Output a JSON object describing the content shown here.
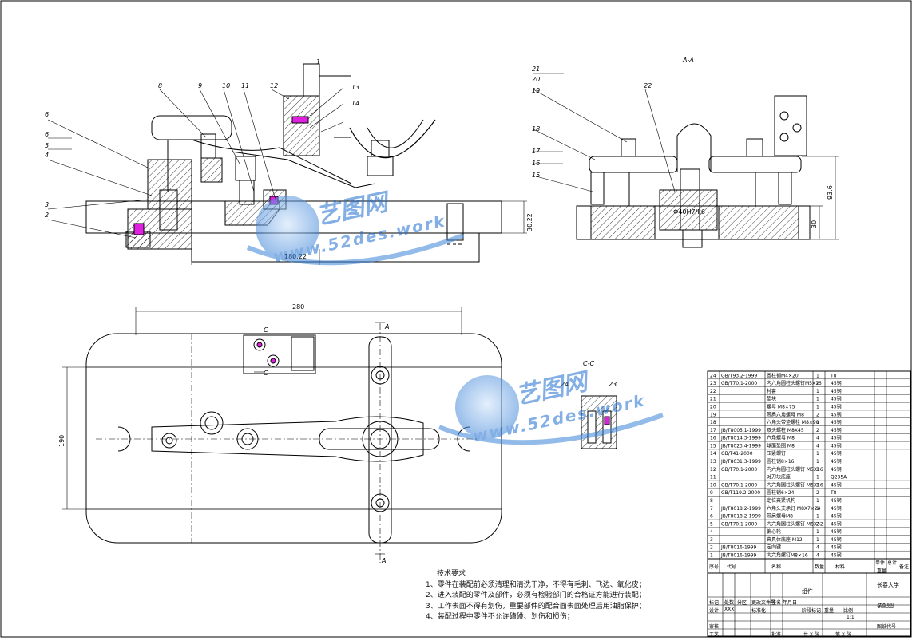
{
  "front_view": {
    "callouts": [
      "1",
      "2",
      "3",
      "4",
      "5",
      "6",
      "6",
      "8",
      "9",
      "10",
      "11",
      "12",
      "13",
      "14"
    ],
    "dims": {
      "width": "180.22",
      "height": "30.22"
    }
  },
  "section_aa": {
    "title": "A-A",
    "callouts": [
      "21",
      "20",
      "19",
      "18",
      "17",
      "16",
      "15",
      "22"
    ],
    "fit": "Φ40H7/k6",
    "dims": {
      "height": "93.6",
      "base": "30"
    }
  },
  "top_view": {
    "dims": {
      "length": "280",
      "width": "190"
    },
    "section_marks": {
      "a_top": "A",
      "a_bottom": "A",
      "c_upper": "C",
      "c_lower": "C"
    }
  },
  "detail_cc": {
    "title": "C-C",
    "callouts": [
      "24",
      "23"
    ]
  },
  "requirements": {
    "heading": "技术要求",
    "items": [
      "1、零件在装配前必须清理和清洗干净，不得有毛刺、飞边、氧化皮；",
      "2、进入装配的零件及部件，必须有检验部门的合格证方能进行装配；",
      "3、工作表面不得有划伤，重要部件的配合面表面处理后用油脂保护；",
      "4、装配过程中零件不允许磕碰、划伤和损伤；"
    ]
  },
  "parts_list": {
    "header": [
      "序号",
      "代号",
      "名称",
      "数量",
      "材料",
      "单件",
      "总计",
      "备注"
    ],
    "header_sub": "重量",
    "rows": [
      {
        "no": "24",
        "code": "GB/T93.2-1999",
        "name": "圆柱销M4×20",
        "qty": "1",
        "mat": "T8"
      },
      {
        "no": "23",
        "code": "GB/T70.1-2000",
        "name": "内六角圆柱头螺钉M5X16",
        "qty": "2",
        "mat": "45钢"
      },
      {
        "no": "22",
        "code": "",
        "name": "衬套",
        "qty": "1",
        "mat": "45钢"
      },
      {
        "no": "21",
        "code": "",
        "name": "垫块",
        "qty": "1",
        "mat": "45钢"
      },
      {
        "no": "20",
        "code": "",
        "name": "螺母 M8×75",
        "qty": "1",
        "mat": "45钢"
      },
      {
        "no": "19",
        "code": "",
        "name": "带肩六角螺母 M8",
        "qty": "2",
        "mat": "45钢"
      },
      {
        "no": "18",
        "code": "",
        "name": "六角头带垫螺栓 M8×90",
        "qty": "1",
        "mat": "45钢"
      },
      {
        "no": "17",
        "code": "JB/T8005.1-1999",
        "name": "双头螺柱 M8X45",
        "qty": "2",
        "mat": "45钢"
      },
      {
        "no": "16",
        "code": "JB/T8014.3-1999",
        "name": "六角螺母 M8",
        "qty": "4",
        "mat": "45钢"
      },
      {
        "no": "15",
        "code": "JB/T8023.4-1999",
        "name": "球面垫圈 M8",
        "qty": "4",
        "mat": "45钢"
      },
      {
        "no": "14",
        "code": "GB/T41-2000",
        "name": "压紧螺钉",
        "qty": "1",
        "mat": "45钢"
      },
      {
        "no": "13",
        "code": "JB/T8031.3-1999",
        "name": "圆柱销8×16",
        "qty": "1",
        "mat": "45钢"
      },
      {
        "no": "12",
        "code": "GB/T70.1-2000",
        "name": "内六角圆柱头螺钉 M5X16",
        "qty": "1",
        "mat": "45钢"
      },
      {
        "no": "11",
        "code": "",
        "name": "对刀块底座",
        "qty": "1",
        "mat": "Q235A"
      },
      {
        "no": "10",
        "code": "GB/T70.1-2000",
        "name": "内六角圆柱头螺钉 M5X16",
        "qty": "1",
        "mat": "45钢"
      },
      {
        "no": "9",
        "code": "GB/T119.2-2000",
        "name": "圆柱销6×24",
        "qty": "2",
        "mat": "T8"
      },
      {
        "no": "8",
        "code": "",
        "name": "定位夹紧机构",
        "qty": "1",
        "mat": "45钢"
      },
      {
        "no": "7",
        "code": "JB/T8018.2-1999",
        "name": "六角头支承钉 M8X7×24",
        "qty": "1",
        "mat": "45钢"
      },
      {
        "no": "6",
        "code": "JB/T8018.2-1999",
        "name": "带肩螺母M8",
        "qty": "1",
        "mat": "45钢"
      },
      {
        "no": "5",
        "code": "GB/T70.1-2000",
        "name": "内六角圆柱头螺钉 M8X32",
        "qty": "2",
        "mat": "45钢"
      },
      {
        "no": "4",
        "code": "",
        "name": "偏心轮",
        "qty": "1",
        "mat": "45钢"
      },
      {
        "no": "3",
        "code": "",
        "name": "夹具体底座 M12",
        "qty": "1",
        "mat": "45钢"
      },
      {
        "no": "2",
        "code": "JB/T8016-1999",
        "name": "定向键",
        "qty": "4",
        "mat": "45钢"
      },
      {
        "no": "1",
        "code": "JB/T8016-1999",
        "name": "内六角螺钉M8×16",
        "qty": "4",
        "mat": "45钢"
      }
    ]
  },
  "title_block": {
    "project": "组件",
    "school": "长春大学",
    "drawing": "装配图",
    "scale": "1:1",
    "drawing_no": "图纸代号",
    "labels": {
      "mark": "标记",
      "count": "处数",
      "zone": "分区",
      "change_no": "更改文件号",
      "sign": "签名",
      "date": "年月日",
      "designer": "设计",
      "designer_name": "XXX",
      "standard": "标准化",
      "stage_mark": "阶段标记",
      "weight": "重量",
      "ratio": "比例",
      "review": "审核",
      "process": "工艺",
      "approve": "批准",
      "total": "共 X 张",
      "sheet": "第 X 张"
    }
  },
  "watermarks": [
    {
      "brand": "艺图网",
      "url": "www.52des.work"
    },
    {
      "brand": "艺图网",
      "url": "www.52des.work"
    }
  ],
  "colors": {
    "line": "#000000",
    "watermark": "#1f6fd1",
    "watermark_light": "#8bb8ec",
    "hatch": "#111111",
    "highlight": "#e020e0"
  }
}
